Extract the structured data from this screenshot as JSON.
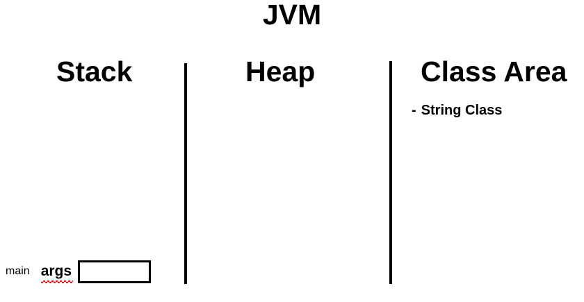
{
  "diagram": {
    "title": "JVM",
    "background_color": "#ffffff",
    "ink_color": "#000000",
    "spellcheck_underline_color": "#ff0000"
  },
  "regions": [
    {
      "id": "stack",
      "heading": "Stack"
    },
    {
      "id": "heap",
      "heading": "Heap"
    },
    {
      "id": "class_area",
      "heading": "Class Area"
    }
  ],
  "class_area": {
    "entries": [
      {
        "bullet": "-",
        "label": "String Class"
      }
    ]
  },
  "stack": {
    "frames": [
      {
        "method": "main",
        "variable": "args",
        "value": "",
        "misspelled": true
      }
    ]
  }
}
